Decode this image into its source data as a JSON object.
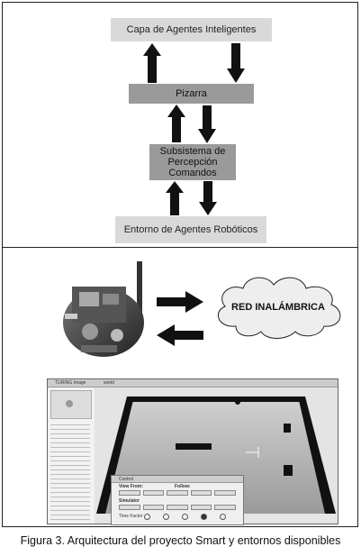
{
  "diagram": {
    "top_layer": "Capa de Agentes Inteligentes",
    "blackboard": "Pizarra",
    "subsystem_line1": "Subsistema de",
    "subsystem_line2": "Percepción",
    "subsystem_line3": "Comandos",
    "environment": "Entorno de Agentes Robóticos"
  },
  "photo": {
    "cloud_label": "RED INALÁMBRICA",
    "sim_left_title": "TURING Image",
    "sim_world_title": "world",
    "control_title": "Control",
    "view_from": "View From:",
    "follow": "Follow:",
    "simulator": "Simulator",
    "time_factor": "Time Factor"
  },
  "caption": "Figura 3. Arquitectura del proyecto Smart y entornos disponibles",
  "colors": {
    "light_box": "#d9d9d9",
    "mid_box": "#9a9a9a",
    "arrow": "#111111"
  }
}
